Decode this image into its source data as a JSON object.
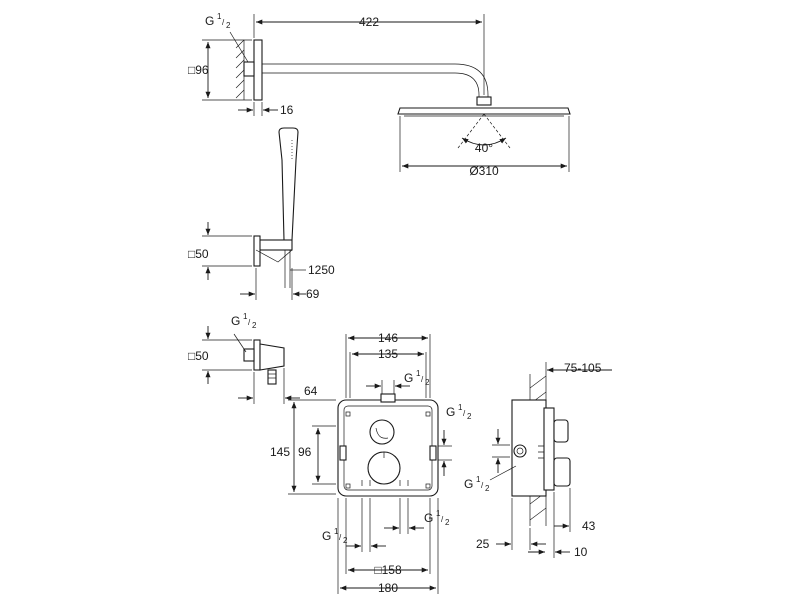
{
  "labels": {
    "arm_length": "422",
    "head_diameter": "Ø310",
    "spray_angle": "40°",
    "flange_square": "□96",
    "flange_depth": "16",
    "thread_main": "G",
    "thread_num": "1",
    "thread_den": "2",
    "holder_square": "□50",
    "hose_length": "1250",
    "holder_depth": "69",
    "outlet_square": "□50",
    "outlet_depth": "64",
    "box_w1": "146",
    "box_w2": "135",
    "box_h1": "145",
    "box_h2": "96",
    "plate_square": "□158",
    "plate_w": "180",
    "install_depth": "75-105",
    "side_25": "25",
    "side_43": "43",
    "side_10": "10"
  }
}
